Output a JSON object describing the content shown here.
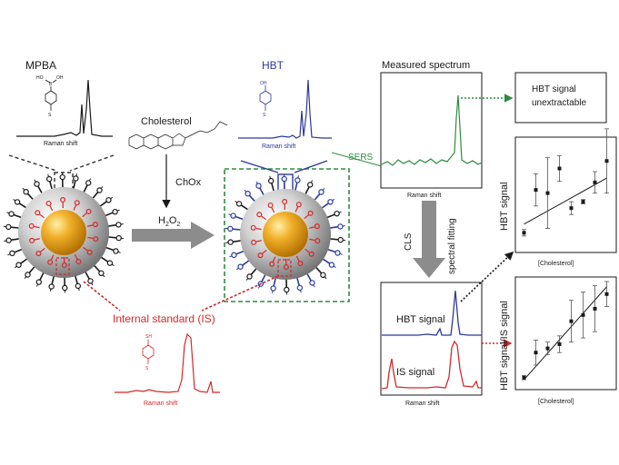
{
  "labels": {
    "mpba": "MPBA",
    "hbt": "HBT",
    "cholesterol": "Cholesterol",
    "chox": "ChOx",
    "h2o2_main": "H",
    "h2o2_sub2": "2",
    "h2o2_o": "O",
    "measured_spectrum": "Measured spectrum",
    "raman_shift": "Raman shift",
    "sers": "SERS",
    "cls": "CLS",
    "spectral_fitting": "spectral fitting",
    "internal_standard": "Internal standard (IS)",
    "hbt_signal": "HBT signal",
    "is_signal": "IS signal",
    "hbt_unextractable_line1": "HBT signal",
    "hbt_unextractable_line2": "unextractable",
    "ylabel_top": "HBT signal",
    "ylabel_bottom": "HBT signal/IS signal",
    "xlabel_cholesterol": "[Cholesterol]",
    "atom_oh": "OH",
    "atom_ho": "HO",
    "atom_b": "B",
    "atom_sh": "SH",
    "atom_s": "S"
  },
  "colors": {
    "black": "#1a1a1a",
    "blue": "#2b3a9a",
    "green": "#2e8b3e",
    "red": "#d62828",
    "grey_arrow": "#8c8c8c",
    "gold": "#e8a317"
  },
  "chart_data": [
    {
      "type": "scatter",
      "title": "",
      "ylabel": "HBT signal",
      "xlabel": "[Cholesterol]",
      "points": [
        {
          "x": 1,
          "y": 0.15,
          "err": 0.03
        },
        {
          "x": 2,
          "y": 0.55,
          "err": 0.15
        },
        {
          "x": 3,
          "y": 0.52,
          "err": 0.33
        },
        {
          "x": 4,
          "y": 0.75,
          "err": 0.12
        },
        {
          "x": 5,
          "y": 0.38,
          "err": 0.06
        },
        {
          "x": 6,
          "y": 0.44,
          "err": 0.02
        },
        {
          "x": 7,
          "y": 0.62,
          "err": 0.1
        },
        {
          "x": 8,
          "y": 0.82,
          "err": 0.3
        }
      ],
      "fit": [
        [
          1,
          0.23
        ],
        [
          8,
          0.66
        ]
      ]
    },
    {
      "type": "scatter",
      "title": "",
      "ylabel": "HBT signal/IS signal",
      "xlabel": "[Cholesterol]",
      "points": [
        {
          "x": 1,
          "y": 0.08,
          "err": 0.02
        },
        {
          "x": 2,
          "y": 0.32,
          "err": 0.12
        },
        {
          "x": 3,
          "y": 0.36,
          "err": 0.06
        },
        {
          "x": 4,
          "y": 0.4,
          "err": 0.08
        },
        {
          "x": 5,
          "y": 0.62,
          "err": 0.2
        },
        {
          "x": 6,
          "y": 0.68,
          "err": 0.22
        },
        {
          "x": 7,
          "y": 0.74,
          "err": 0.22
        },
        {
          "x": 8,
          "y": 0.88,
          "err": 0.12
        }
      ],
      "fit": [
        [
          1,
          0.06
        ],
        [
          8,
          0.95
        ]
      ]
    }
  ]
}
